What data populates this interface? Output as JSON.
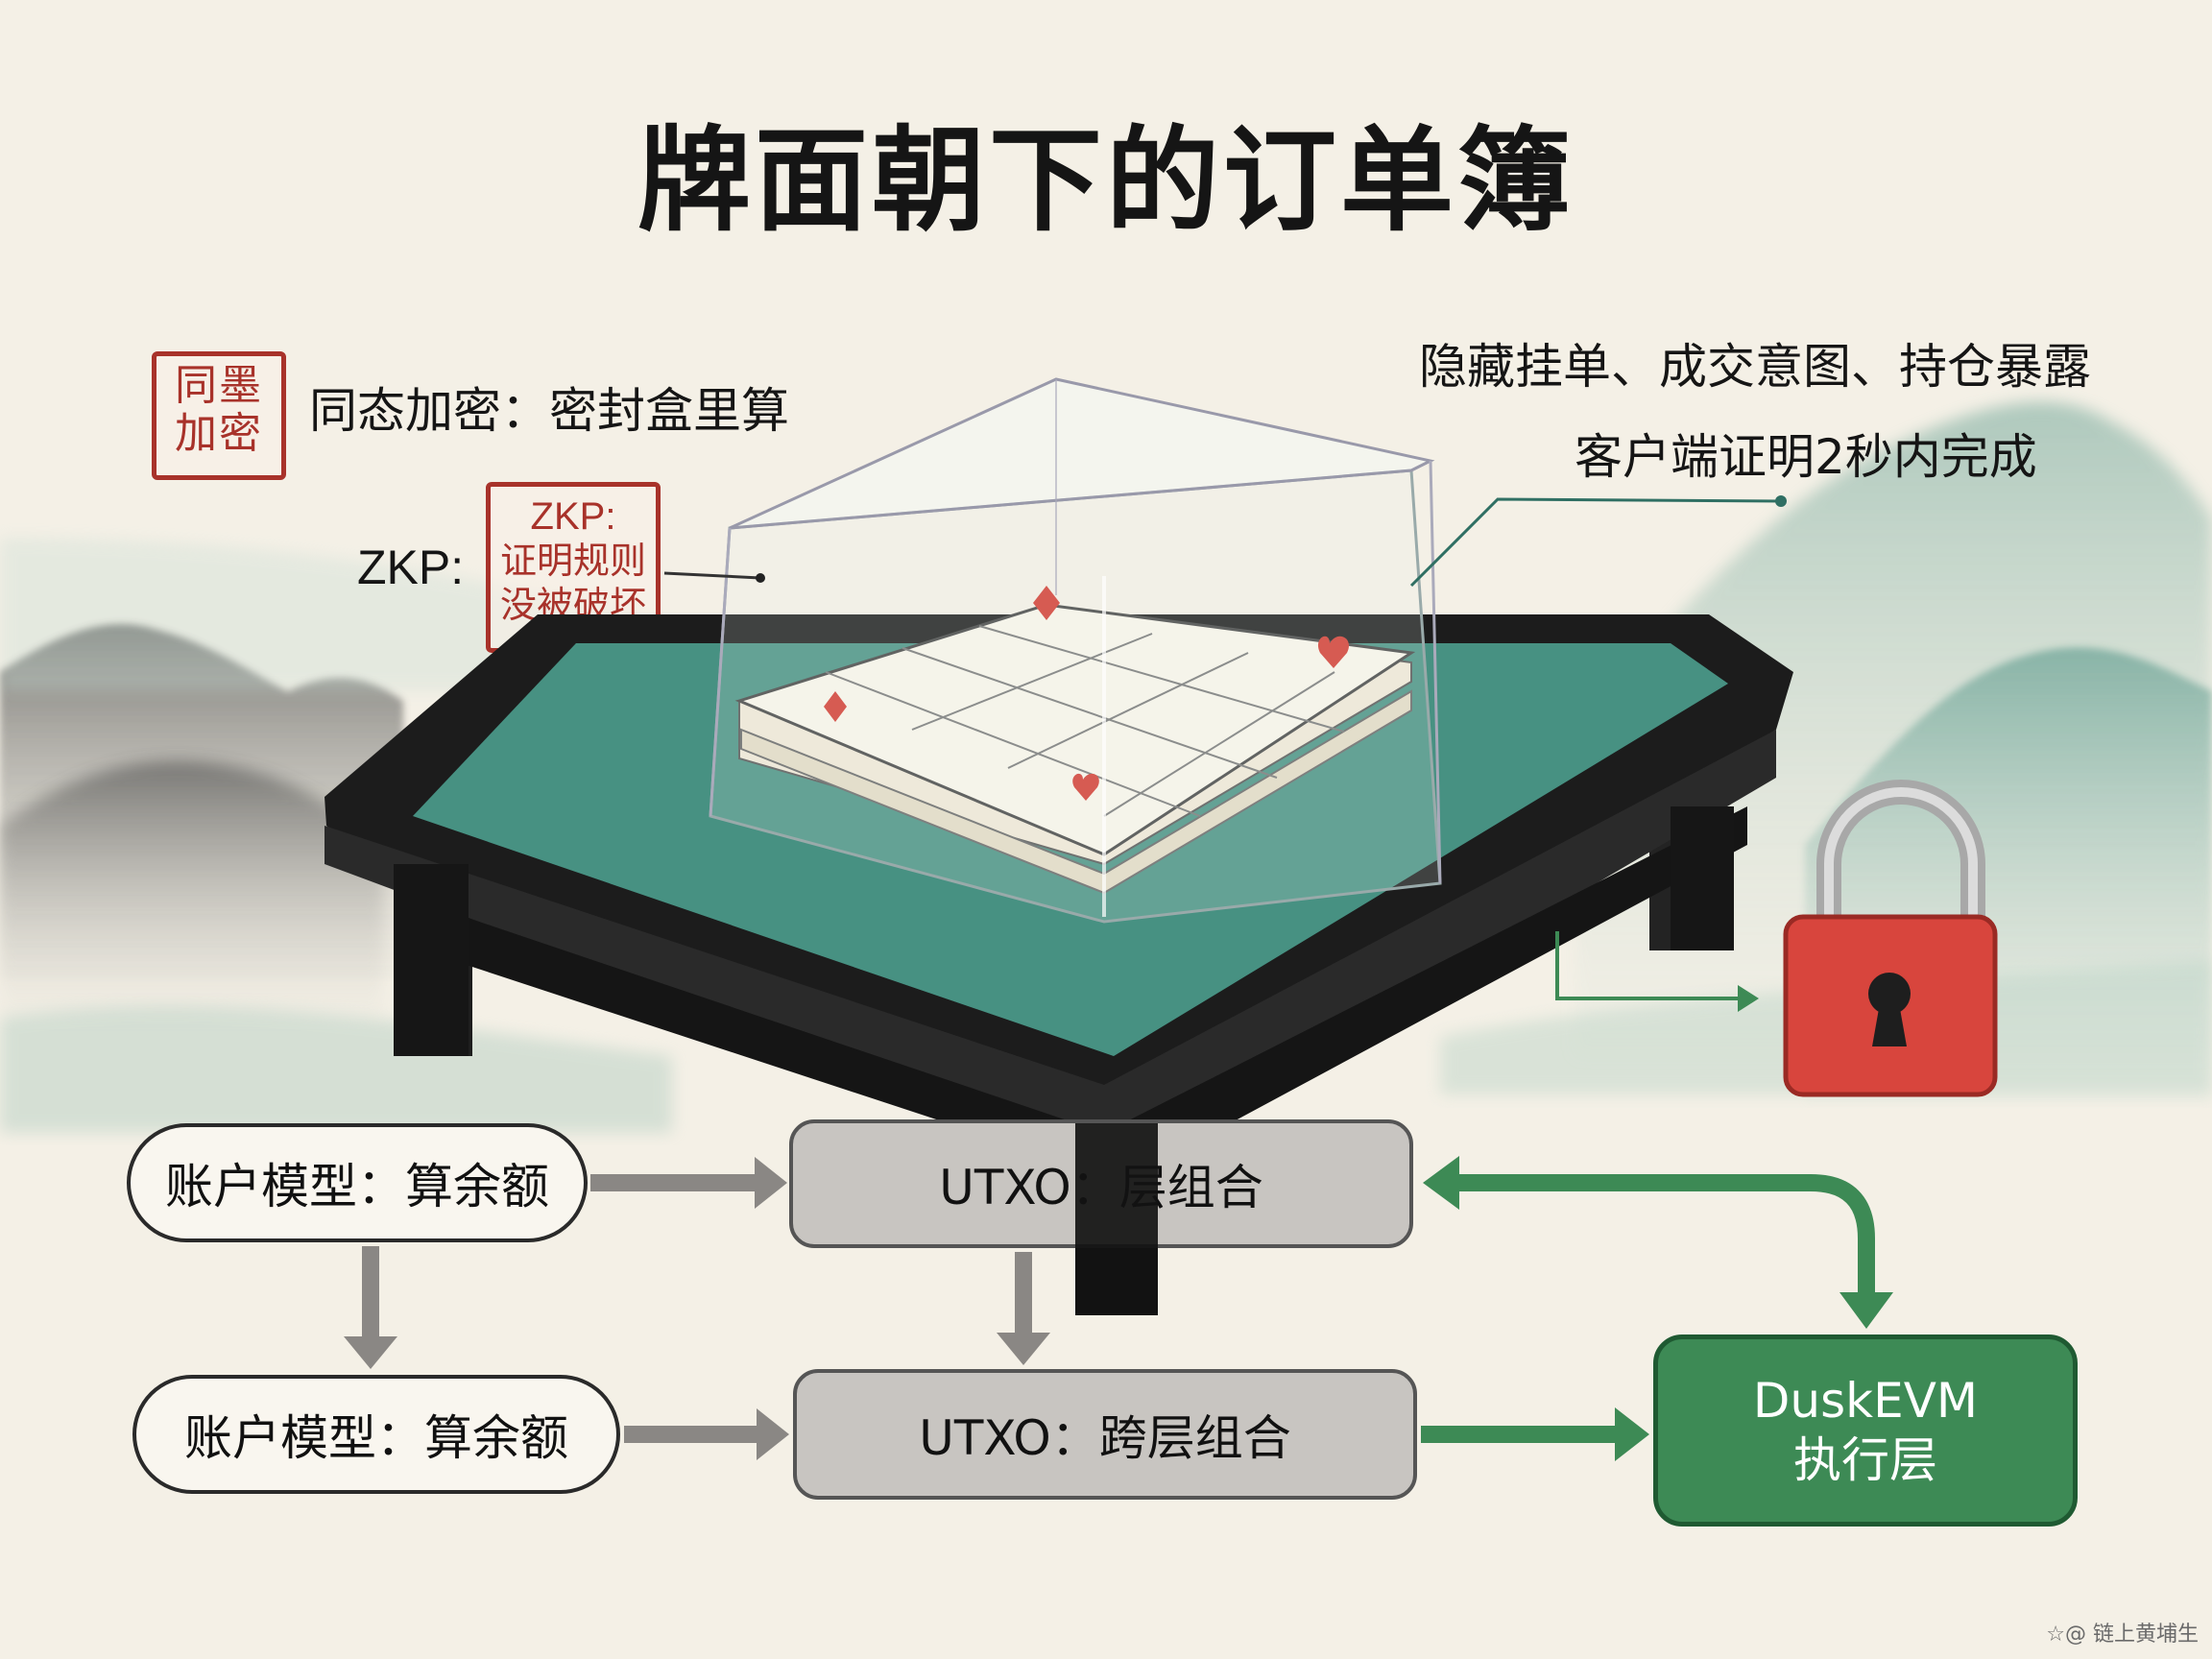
{
  "title": "牌面朝下的订单簿",
  "seal_he": [
    "同墨",
    "加密"
  ],
  "label_he": "同态加密：密封盒里算",
  "label_zkp": "ZKP:",
  "seal_zkp": [
    "ZKP:",
    "证明规则",
    "没被破坏"
  ],
  "note_line1": "隐藏挂单、成交意图、持仓暴露",
  "note_line2": "客户端证明2秒内完成",
  "boxes": {
    "account_top": "账户模型：算余额",
    "utxo_top": "UTXO：层组合",
    "account_bottom": "账户模型：算余额",
    "utxo_bottom": "UTXO：跨层组合",
    "duskevm_line1": "DuskEVM",
    "duskevm_line2": "执行层"
  },
  "watermark": "☆@ 链上黄埔生",
  "colors": {
    "ink": "#151515",
    "seal_red": "#a8322a",
    "felt_green": "#4f9c8c",
    "arrow_green": "#3d8a55",
    "arrow_gray": "#8a8784",
    "lock_red": "#d8453d"
  },
  "icons": [
    "padlock-icon",
    "playing-card-icon",
    "glass-dome-icon",
    "table-icon"
  ]
}
